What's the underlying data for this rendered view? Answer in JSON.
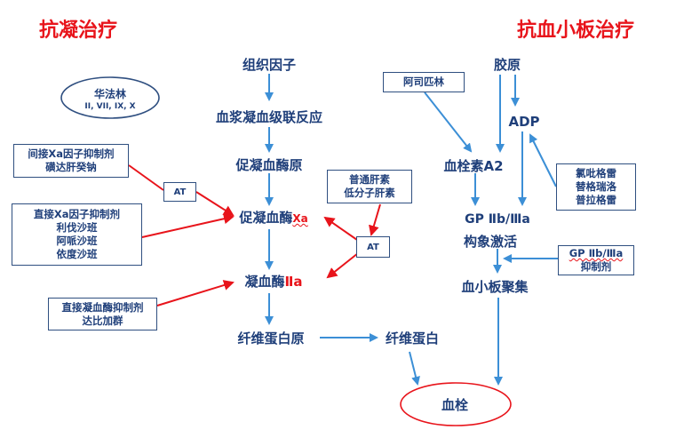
{
  "titles": {
    "anticoag": "抗凝治疗",
    "antiplatelet": "抗血小板治疗"
  },
  "warfarin": {
    "name": "华法林",
    "factors": "II, VII, IX, X"
  },
  "coag_cascade": {
    "tissue_factor": "组织因子",
    "cascade": "血浆凝血级联反应",
    "prothrombinase_pre": "促凝血酶原",
    "xa_prefix": "促凝血酶",
    "xa_suffix": "Xa",
    "thrombin_prefix": "凝血酶",
    "thrombin_suffix": "Ⅱa",
    "fibrinogen": "纤维蛋白原",
    "fibrin": "纤维蛋白",
    "thrombus": "血栓"
  },
  "boxes": {
    "indirect_xa": [
      "间接Xa因子抑制剂",
      "磺达肝癸钠"
    ],
    "direct_xa": [
      "直接Xa因子抑制剂",
      "利伐沙班",
      "阿哌沙班",
      "依度沙班"
    ],
    "direct_thrombin": [
      "直接凝血酶抑制剂",
      "达比加群"
    ],
    "heparin": [
      "普通肝素",
      "低分子肝素"
    ],
    "aspirin": [
      "阿司匹林"
    ],
    "p2y12": [
      "氯吡格雷",
      "替格瑞洛",
      "普拉格雷"
    ],
    "gp_inhibitor": [
      "GP Ⅱb/Ⅲa",
      "抑制剂"
    ]
  },
  "at_label": "AT",
  "platelet": {
    "collagen": "胶原",
    "adp": "ADP",
    "txa2": "血栓素A2",
    "gp_line1": "GP Ⅱb/Ⅲa",
    "gp_line2": "构象激活",
    "aggregation": "血小板聚集"
  },
  "colors": {
    "red": "#e8141b",
    "blue_arrow": "#3c8fd6",
    "navy_text": "#1f3f7a",
    "box_border": "#2f4f80"
  }
}
